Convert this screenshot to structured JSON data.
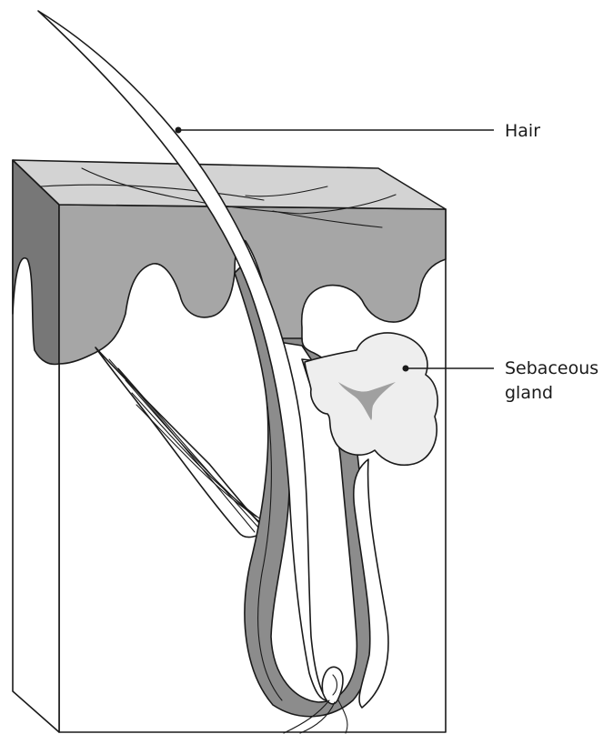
{
  "labels": {
    "hair": "Hair",
    "sebaceous_line1": "Sebaceous",
    "sebaceous_line2": "gland"
  },
  "colors": {
    "epidermis_top": "#d3d3d3",
    "epidermis_body": "#a6a6a6",
    "left_face": "#777777",
    "follicle_sheath": "#8c8c8c",
    "dermis": "#ffffff",
    "gland_fill": "#eeeeee",
    "gland_inner": "#a0a0a0",
    "outline": "#1a1a1a"
  }
}
